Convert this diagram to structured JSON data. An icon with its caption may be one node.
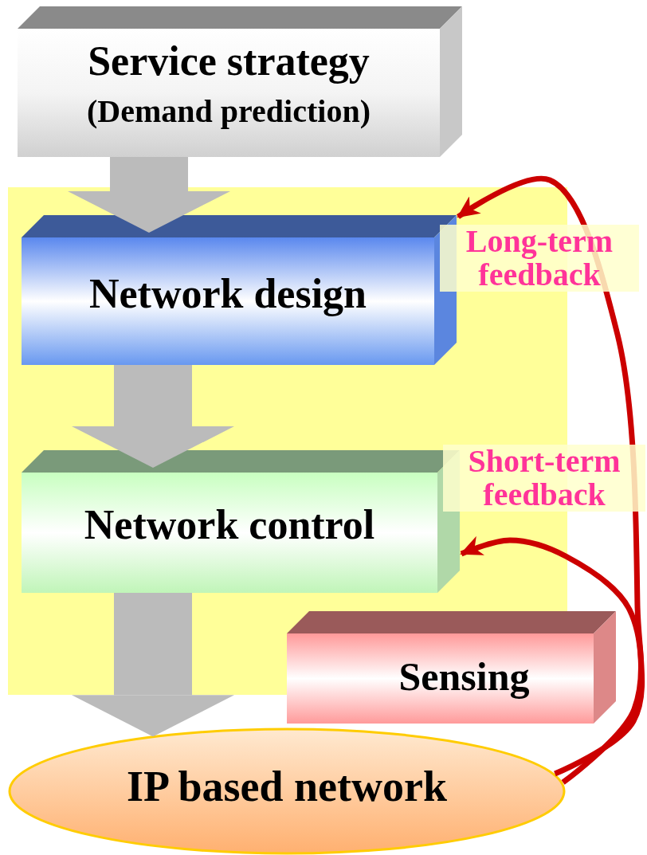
{
  "diagram": {
    "nodes": [
      {
        "text": [
          "Service strategy",
          "(Demand prediction)"
        ]
      },
      {
        "text": [
          "Network design"
        ]
      },
      {
        "text": [
          "Network control"
        ]
      },
      {
        "text": [
          "Sensing"
        ]
      },
      {
        "text": [
          "IP based network"
        ]
      }
    ],
    "edges": [
      {
        "from": 0,
        "to": 1,
        "arrow": "to"
      },
      {
        "from": 1,
        "to": 2,
        "arrow": "to"
      },
      {
        "from": 2,
        "to": 4,
        "arrow": "to"
      },
      {
        "from": 4,
        "to": 1,
        "arrow": "to",
        "label": "Long-term feedback",
        "color": "#cc0000"
      },
      {
        "from": 4,
        "to": 2,
        "arrow": "to",
        "label": "Short-term feedback",
        "color": "#cc0000"
      }
    ]
  }
}
